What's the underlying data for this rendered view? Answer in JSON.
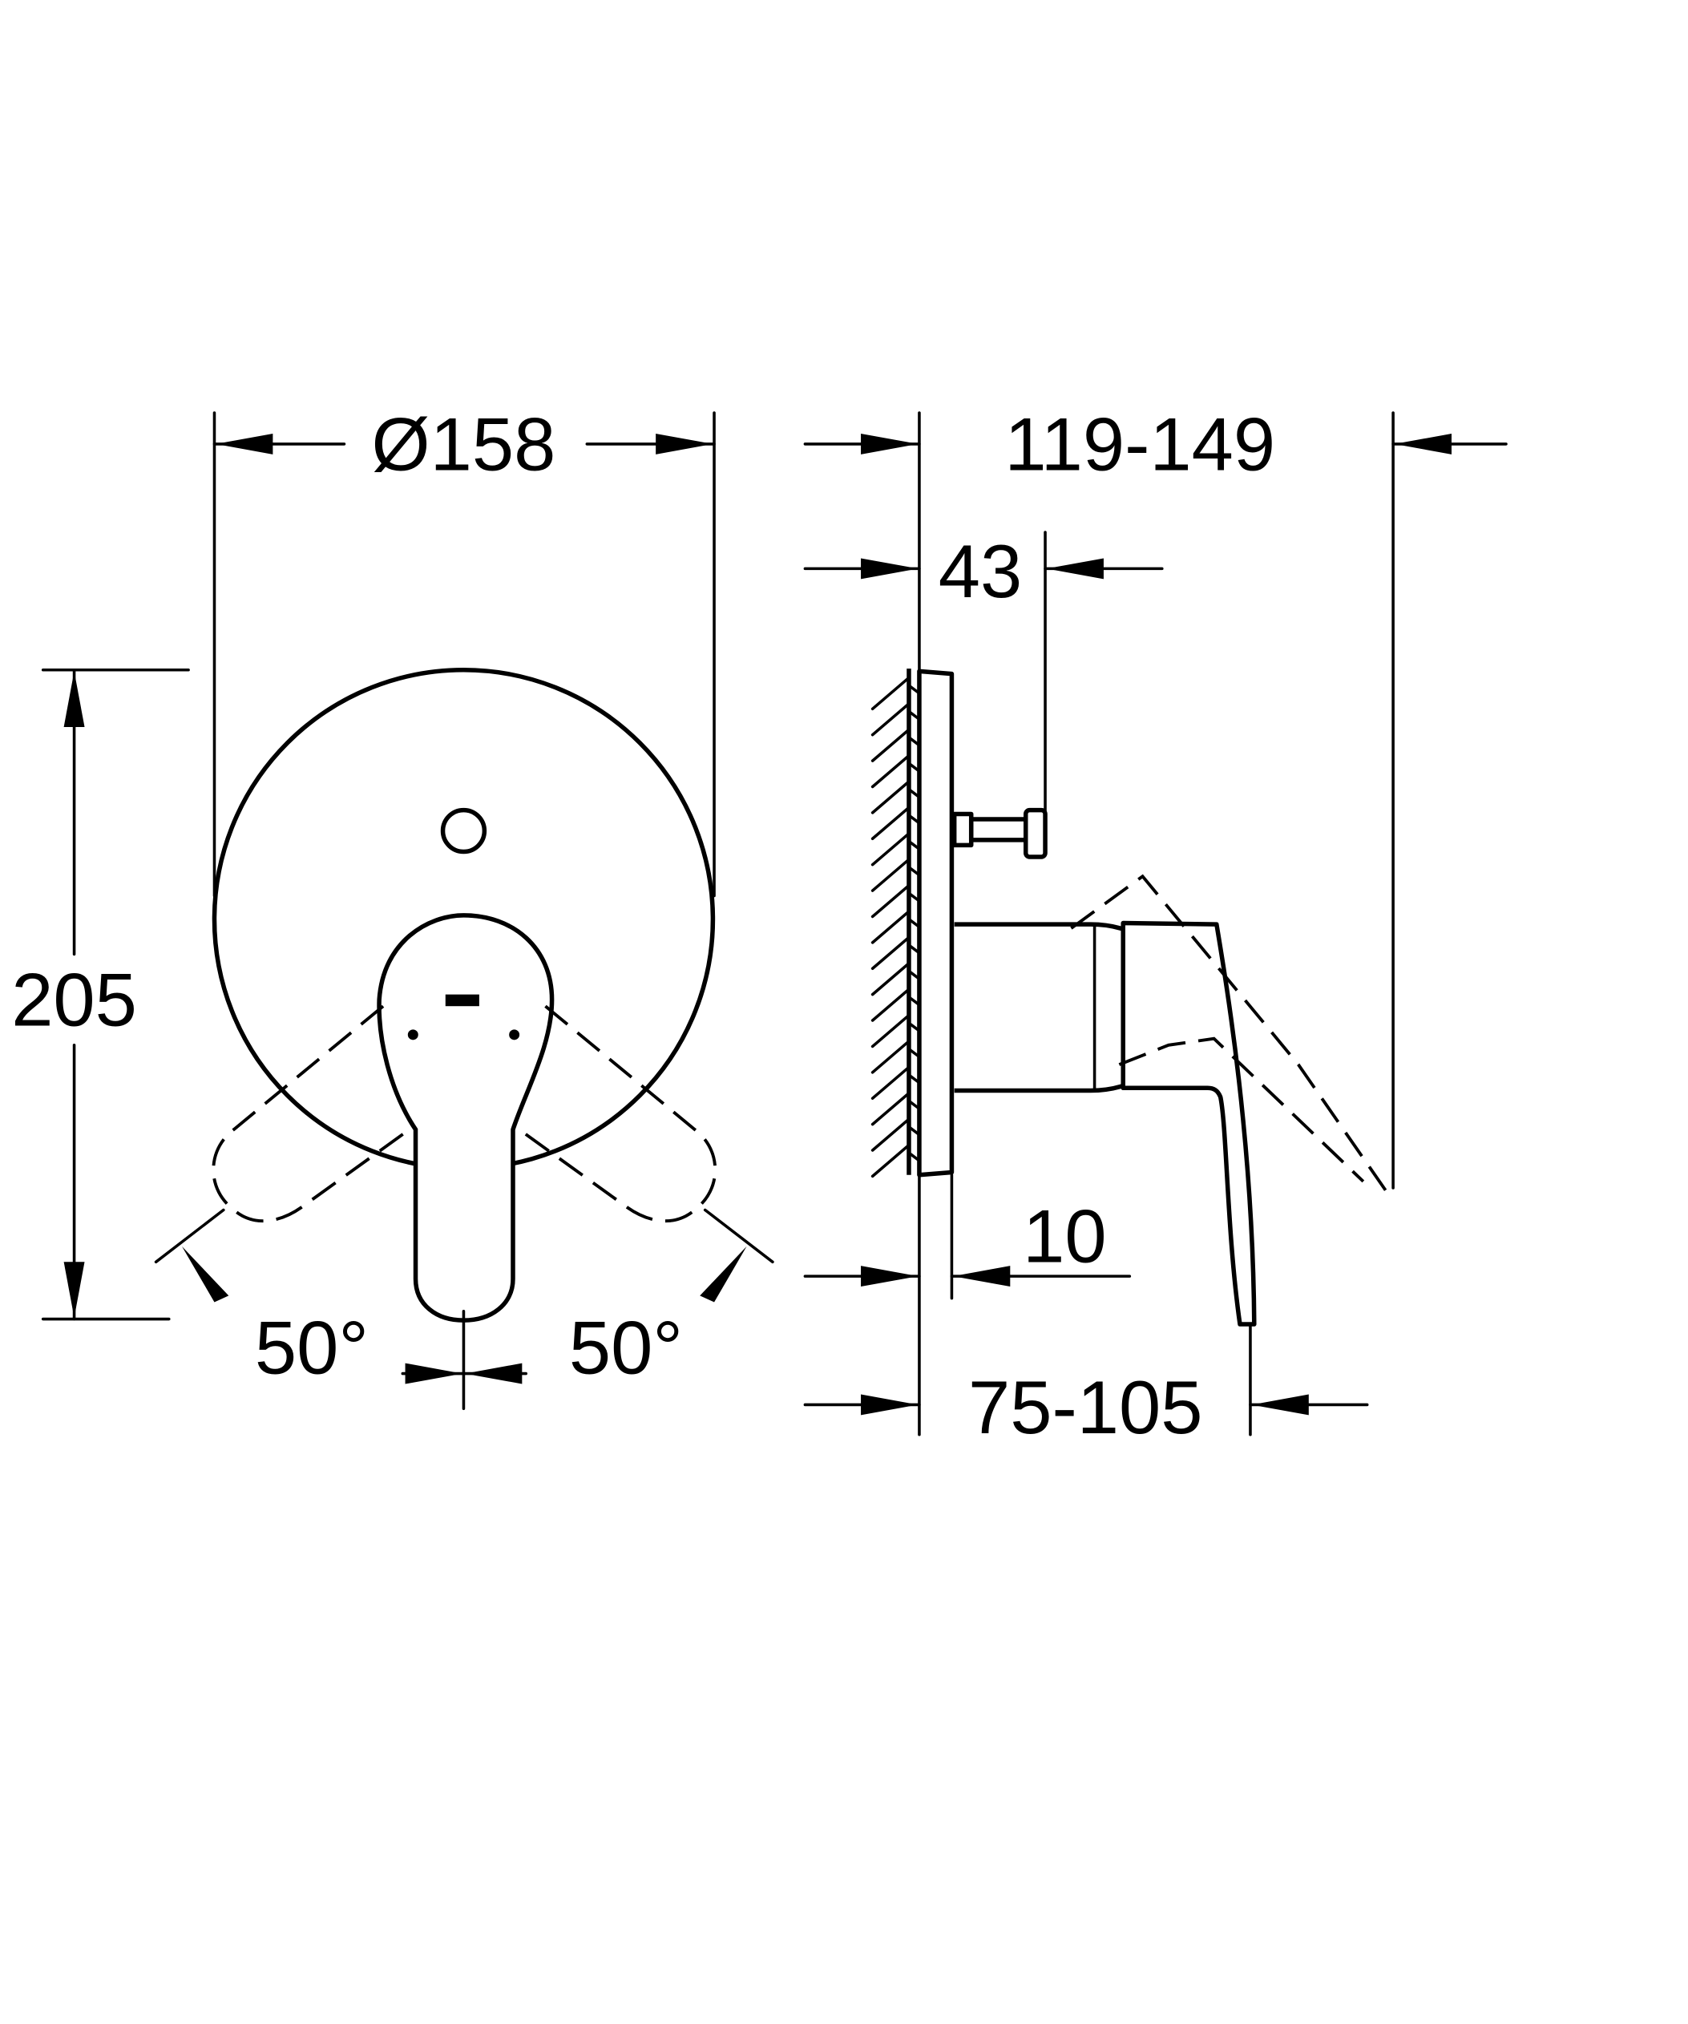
{
  "drawing": {
    "front_view": {
      "diameter_label": "Ø158",
      "height_label": "205",
      "angle_left_label": "50°",
      "angle_right_label": "50°"
    },
    "side_view": {
      "total_depth_label": "119-149",
      "spindle_depth_label": "43",
      "plate_thickness_label": "10",
      "handle_depth_label": "75-105"
    },
    "line_color": "#000000"
  }
}
